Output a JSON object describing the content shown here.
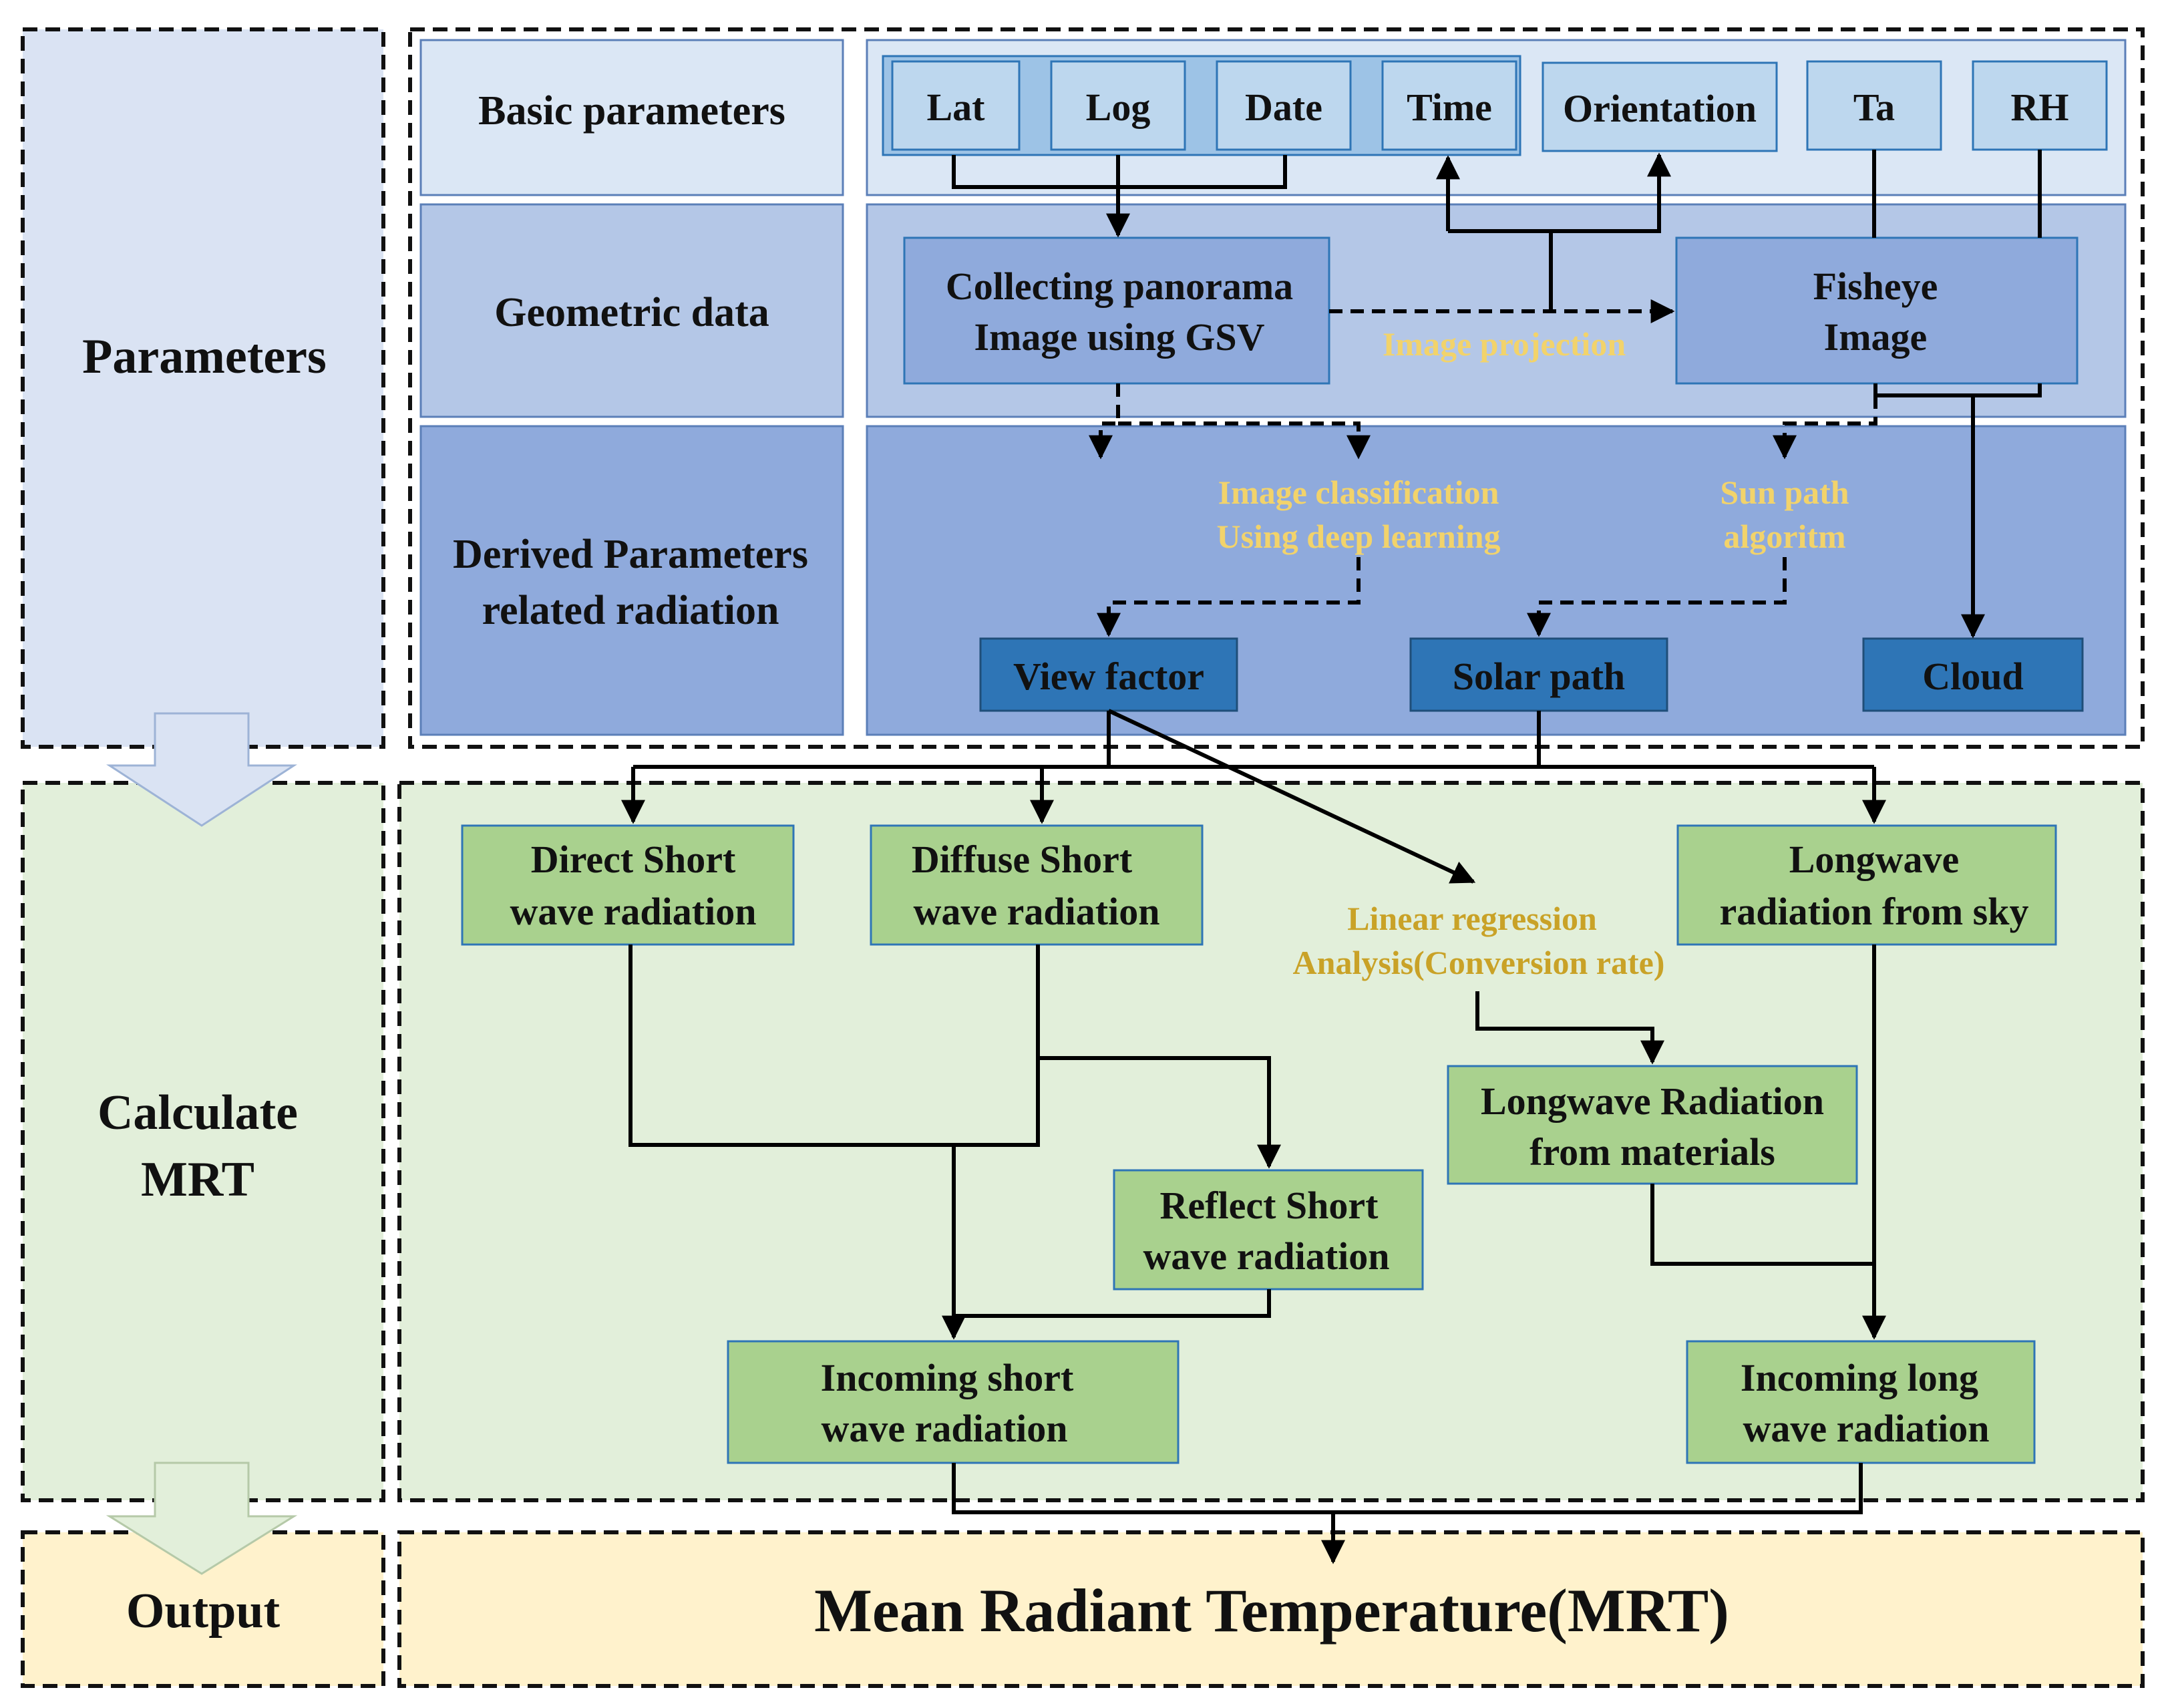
{
  "sections": {
    "parameters": "Parameters",
    "calculate_line1": "Calculate",
    "calculate_line2": "MRT",
    "output": "Output"
  },
  "rows": {
    "basic": "Basic parameters",
    "geometric": "Geometric data",
    "derived_line1": "Derived Parameters",
    "derived_line2": "related radiation"
  },
  "inputs": {
    "lat": "Lat",
    "log": "Log",
    "date": "Date",
    "time": "Time",
    "orientation": "Orientation",
    "ta": "Ta",
    "rh": "RH"
  },
  "geometric": {
    "panorama_line1": "Collecting panorama",
    "panorama_line2": "Image using GSV",
    "fisheye_line1": "Fisheye",
    "fisheye_line2": "Image",
    "projection_label": "Image projection"
  },
  "derived": {
    "classification_line1": "Image classification",
    "classification_line2": "Using deep learning",
    "sunpath_line1": "Sun path",
    "sunpath_line2": "algoritm",
    "view_factor": "View factor",
    "solar_path": "Solar path",
    "cloud": "Cloud"
  },
  "calc": {
    "direct_line1": "Direct Short",
    "direct_line2": "wave radiation",
    "diffuse_line1": "Diffuse Short",
    "diffuse_line2": "wave radiation",
    "longsky_line1": "Longwave",
    "longsky_line2": "radiation from sky",
    "regression_line1": "Linear regression",
    "regression_line2": "Analysis(Conversion  rate)",
    "longmat_line1": "Longwave Radiation",
    "longmat_line2": "from materials",
    "reflect_line1": "Reflect Short",
    "reflect_line2": "wave radiation",
    "incoming_short_line1": "Incoming short",
    "incoming_short_line2": "wave radiation",
    "incoming_long_line1": "Incoming long",
    "incoming_long_line2": "wave radiation"
  },
  "output": {
    "mrt": "Mean Radiant  Temperature(MRT)"
  },
  "colors": {
    "params_bg": "#dae3f3",
    "row1_bg": "#dbe7f5",
    "row2_bg": "#b4c7e7",
    "row3_bg": "#8faadc",
    "input_box": "#bdd7ee",
    "geo_box": "#8faadc",
    "dark_box": "#2e75b6",
    "calc_bg": "#e2efda",
    "green_box": "#a9d18e",
    "output_bg": "#fff2cc",
    "label_yellow": "#f2d36b",
    "label_gold": "#c9a227"
  }
}
